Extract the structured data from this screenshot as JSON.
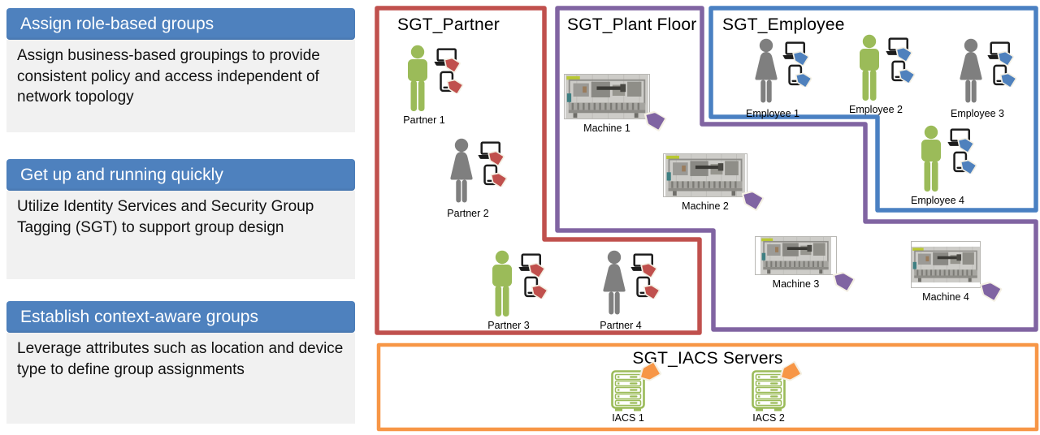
{
  "sidebar": {
    "panels": [
      {
        "title": "Assign role-based groups",
        "body": "Assign business-based groupings to provide consistent policy and access independent of network topology"
      },
      {
        "title": "Get up and running quickly",
        "body": "Utilize Identity Services and Security Group Tagging (SGT) to support group design"
      },
      {
        "title": "Establish context-aware groups",
        "body": "Leverage attributes such as location and device type to define group assignments"
      }
    ]
  },
  "diagram": {
    "groups": {
      "partner": {
        "title": "SGT_Partner",
        "border_color": "#C0504D",
        "tag_color": "#C0504D",
        "members": [
          {
            "label": "Partner 1",
            "person": "male",
            "person_color": "green"
          },
          {
            "label": "Partner 2",
            "person": "female",
            "person_color": "gray"
          },
          {
            "label": "Partner 3",
            "person": "male",
            "person_color": "green"
          },
          {
            "label": "Partner 4",
            "person": "female",
            "person_color": "gray"
          }
        ]
      },
      "plant_floor": {
        "title": "SGT_Plant Floor",
        "border_color": "#8064A2",
        "tag_color": "#8064A2",
        "machines": [
          {
            "label": "Machine 1"
          },
          {
            "label": "Machine 2"
          },
          {
            "label": "Machine 3"
          },
          {
            "label": "Machine 4"
          }
        ]
      },
      "employee": {
        "title": "SGT_Employee",
        "border_color": "#4A80C2",
        "tag_color": "#4F81BD",
        "members": [
          {
            "label": "Employee 1",
            "person": "female",
            "person_color": "gray"
          },
          {
            "label": "Employee 2",
            "person": "male",
            "person_color": "green"
          },
          {
            "label": "Employee 3",
            "person": "female",
            "person_color": "gray"
          },
          {
            "label": "Employee 4",
            "person": "male",
            "person_color": "green"
          }
        ]
      },
      "iacs": {
        "title": "SGT_IACS Servers",
        "border_color": "#F79646",
        "tag_color": "#F79646",
        "servers": [
          {
            "label": "IACS 1"
          },
          {
            "label": "IACS 2"
          }
        ]
      }
    },
    "palette": {
      "person_green": "#9BBB59",
      "person_gray": "#7F7F7F",
      "header_blue": "#4E81BE",
      "panel_gray": "#F1F1F1"
    }
  }
}
